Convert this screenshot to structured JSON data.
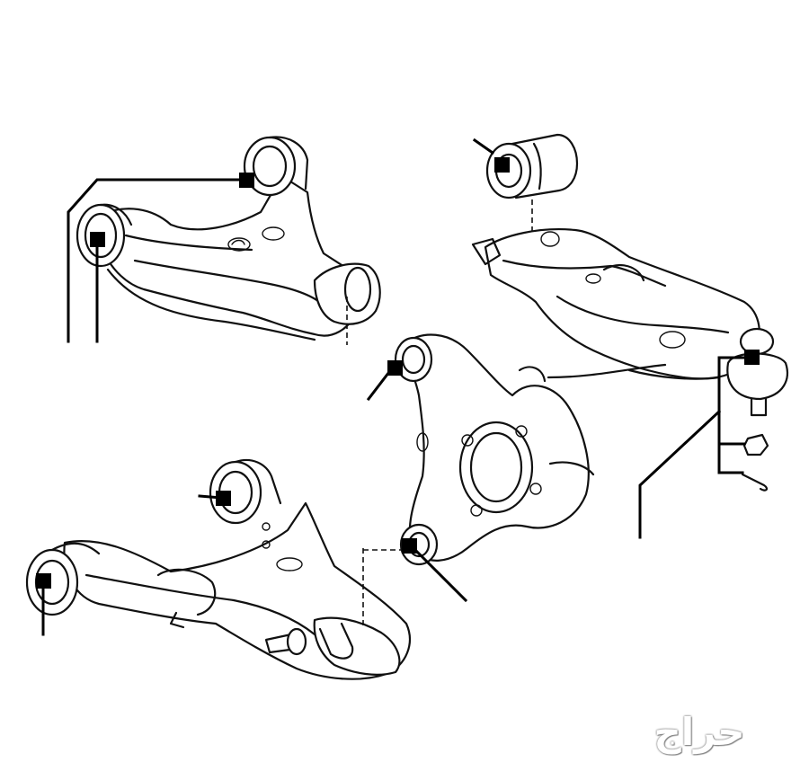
{
  "diagram": {
    "parts": [
      {
        "id": "upper-control-arm",
        "callouts": 2
      },
      {
        "id": "lower-arm-bushing",
        "callouts": 1
      },
      {
        "id": "lower-control-arm-right",
        "callouts": 1
      },
      {
        "id": "steering-knuckle",
        "callouts": 2
      },
      {
        "id": "lower-control-arm-left",
        "callouts": 2
      }
    ],
    "marker_color": "#000000",
    "line_color": "#111111"
  },
  "watermark": {
    "text": "حراج",
    "color": "#ffffff"
  }
}
